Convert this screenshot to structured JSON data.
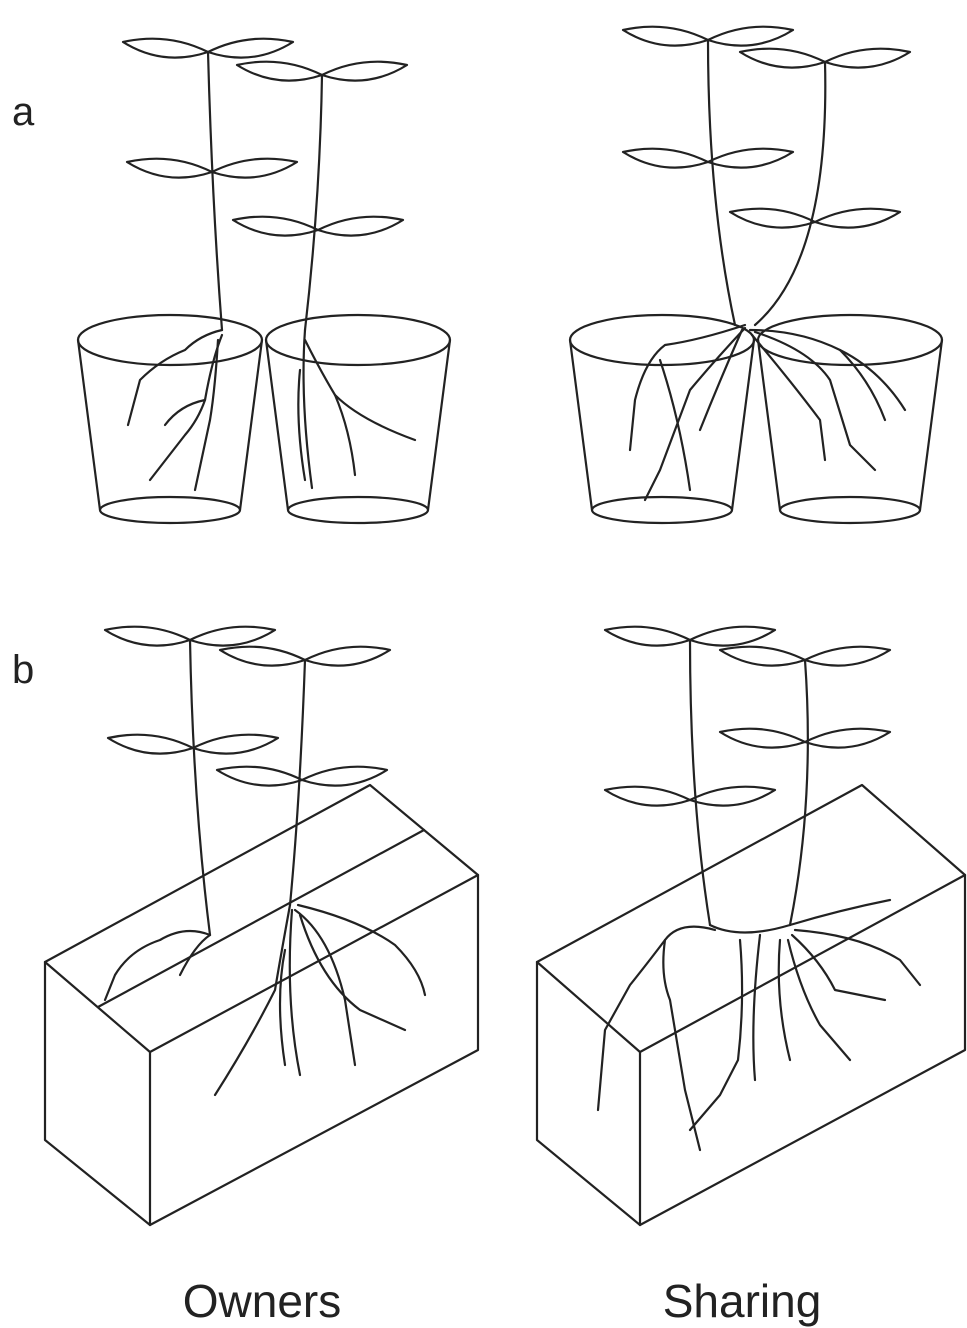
{
  "panels": {
    "a": {
      "label": "a"
    },
    "b": {
      "label": "b"
    }
  },
  "columns": {
    "left": {
      "label": "Owners"
    },
    "right": {
      "label": "Sharing"
    }
  }
}
